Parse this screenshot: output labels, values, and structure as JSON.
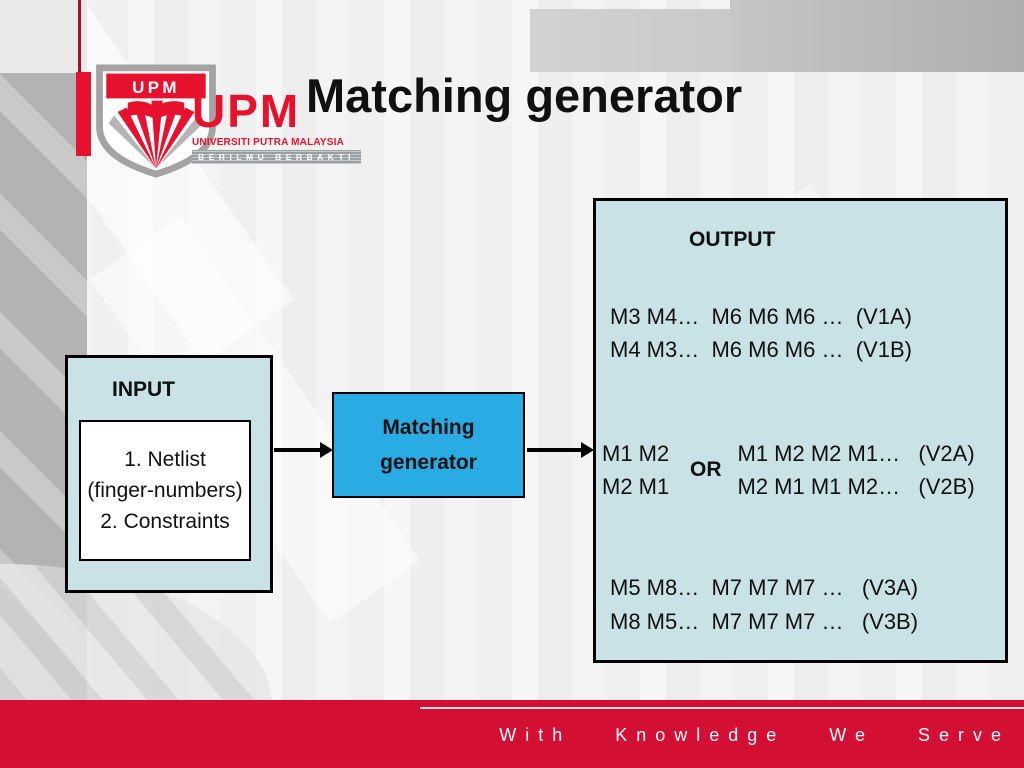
{
  "slide": {
    "title": "Matching generator",
    "logo": {
      "acronym": "UPM",
      "university": "UNIVERSITI PUTRA MALAYSIA",
      "motto": "BERILMU BERBAKTI"
    },
    "colors": {
      "brand_red": "#e8112d",
      "footer_red": "#d40f34",
      "pale_blue_box": "#c8e2e6",
      "cyan_box": "#29ace3"
    },
    "diagram": {
      "input": {
        "label": "INPUT",
        "items": [
          "1. Netlist",
          "(finger-numbers)",
          "2. Constraints"
        ]
      },
      "process": {
        "line1": "Matching",
        "line2": "generator"
      },
      "output": {
        "label": "OUTPUT",
        "group1": [
          "M3 M4…  M6 M6 M6 …  (V1A)",
          "M4 M3…  M6 M6 M6 …  (V1B)"
        ],
        "group2": {
          "left": [
            "M1 M2",
            "M2 M1"
          ],
          "op": "OR",
          "right": [
            "M1 M2 M2 M1…   (V2A)",
            "M2 M1 M1 M2…   (V2B)"
          ]
        },
        "group3": [
          "M5 M8…  M7 M7 M7 …   (V3A)",
          "M8 M5…  M7 M7 M7 …   (V3B)"
        ]
      }
    },
    "footer": {
      "slogan": "With Knowledge We Serve"
    }
  }
}
